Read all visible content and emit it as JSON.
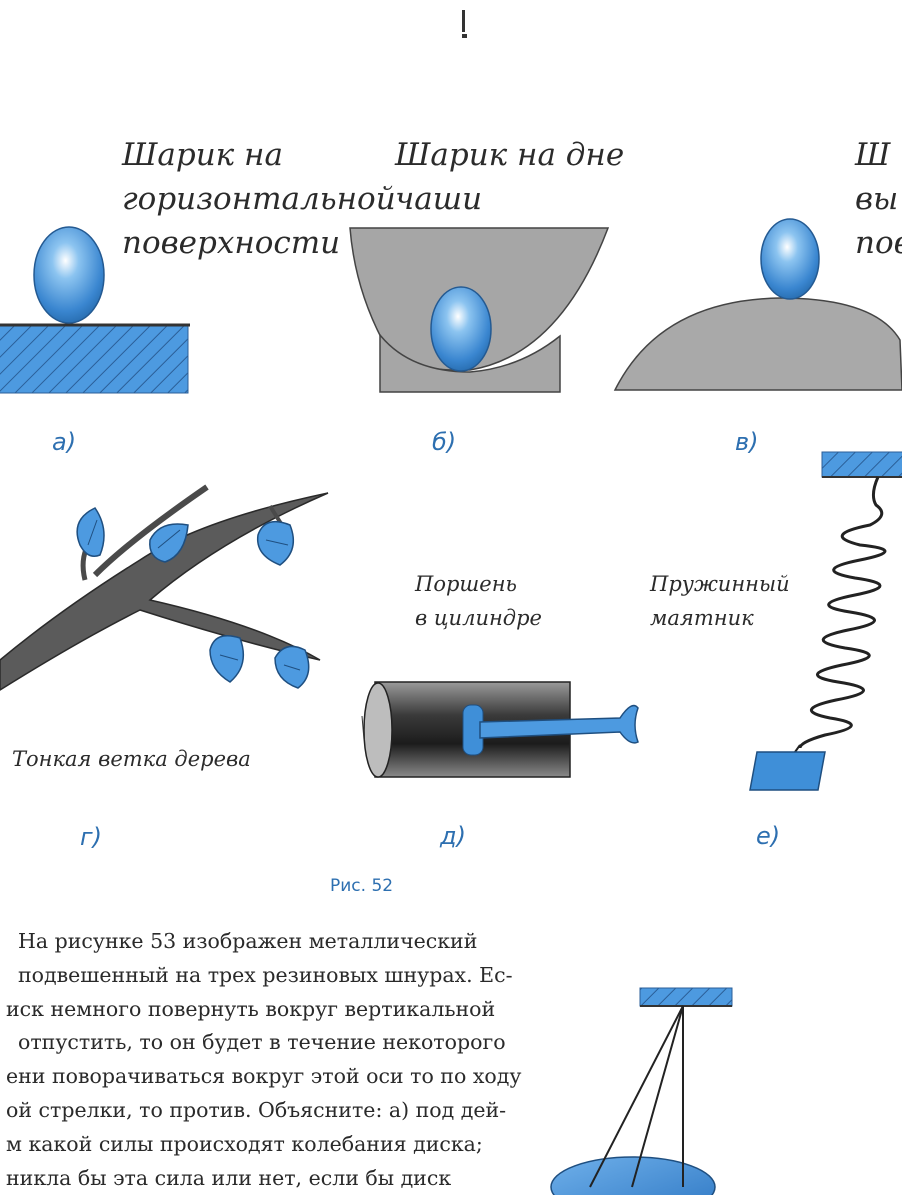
{
  "figure": {
    "caption": "Рис. 52",
    "panels": [
      {
        "letter": "а)",
        "label": "Шарик на\nгоризонтальной\nповерхности"
      },
      {
        "letter": "б)",
        "label": "Шарик на дне\nчаши"
      },
      {
        "letter": "в)",
        "label": "Ш\nвы\nпове"
      },
      {
        "letter": "г)",
        "label": "Тонкая ветка дерева"
      },
      {
        "letter": "д)",
        "label": "Поршень\nв цилиндре"
      },
      {
        "letter": "е)",
        "label": "Пружинный\nмаятник"
      }
    ]
  },
  "text": {
    "lines": [
      "На рисунке 53 изображен металлический",
      "подвешенный на трех резиновых шнурах. Ес-",
      "иск немного повернуть вокруг вертикальной",
      "отпустить, то он будет в течение некоторого",
      "ени поворачиваться вокруг этой оси то по ходу",
      "ой стрелки, то против. Объясните: а) под дей-",
      "м какой силы происходят колебания диска;",
      "никла бы эта сила или нет, если бы диск"
    ]
  },
  "colors": {
    "ball": "#3f8fd8",
    "surface": "#a9a9a9",
    "accent": "#2d6fb0",
    "text": "#2a2a2a"
  }
}
